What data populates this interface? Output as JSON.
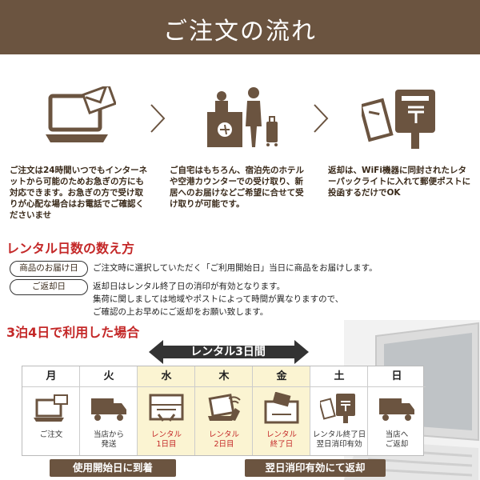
{
  "header": {
    "title": "ご注文の流れ"
  },
  "steps": [
    {
      "icon": "laptop-mail-icon",
      "text": "ご注文は24時間いつでもインターネットから可能のためお急ぎの方にも対応できます。お急ぎの方で受け取りが心配な場合はお電話でご確認くださいませ"
    },
    {
      "icon": "airport-counter-icon",
      "text": "ご自宅はもちろん、宿泊先のホテルや空港カウンターでの受け取り、新居へのお届けなどご希望に合せて受け取りが可能です。"
    },
    {
      "icon": "post-box-icon",
      "text": "返却は、WiFi機器に同封されたレターパックライトに入れて郵便ポストに投函するだけでOK"
    }
  ],
  "rental_count": {
    "title": "レンタル日数の数え方",
    "rules": [
      {
        "tag": "商品のお届け日",
        "text": "ご注文時に選択していただく「ご利用開始日」当日に商品をお届けします。"
      },
      {
        "tag": "ご返却日",
        "lines": [
          "返却日はレンタル終了日の消印が有効となります。",
          "集荷に関しましては地域やポストによって時間が異なりますので、",
          "ご確認の上お早めにご返却をお願い致します。"
        ]
      }
    ]
  },
  "example": {
    "title": "3泊4日で利用した場合",
    "period_label": "レンタル3日間",
    "days": [
      {
        "day": "月",
        "icon": "laptop-mail-icon",
        "label": [
          "ご注文"
        ],
        "rental": false,
        "red": false
      },
      {
        "day": "火",
        "icon": "delivery-truck-icon",
        "label": [
          "当店から",
          "発送"
        ],
        "rental": false,
        "red": false
      },
      {
        "day": "水",
        "icon": "package-receive-icon",
        "label": [
          "レンタル",
          "1日目"
        ],
        "rental": true,
        "red": true
      },
      {
        "day": "木",
        "icon": "laptop-wifi-icon",
        "label": [
          "レンタル",
          "2日目"
        ],
        "rental": true,
        "red": true
      },
      {
        "day": "金",
        "icon": "envelope-pack-icon",
        "label": [
          "レンタル",
          "終了日"
        ],
        "rental": true,
        "red": true
      },
      {
        "day": "土",
        "icon": "post-box-icon",
        "label": [
          "レンタル終了日",
          "翌日消印有効"
        ],
        "rental": false,
        "red": false
      },
      {
        "day": "日",
        "icon": "delivery-truck-icon",
        "label": [
          "当店へ",
          "ご返却"
        ],
        "rental": false,
        "red": false
      }
    ],
    "callouts": [
      "使用開始日に到着",
      "翌日消印有効にて返却"
    ]
  },
  "colors": {
    "brand": "#6b5440",
    "accent": "#c42828",
    "rental_bg": "#fbf4d2"
  }
}
